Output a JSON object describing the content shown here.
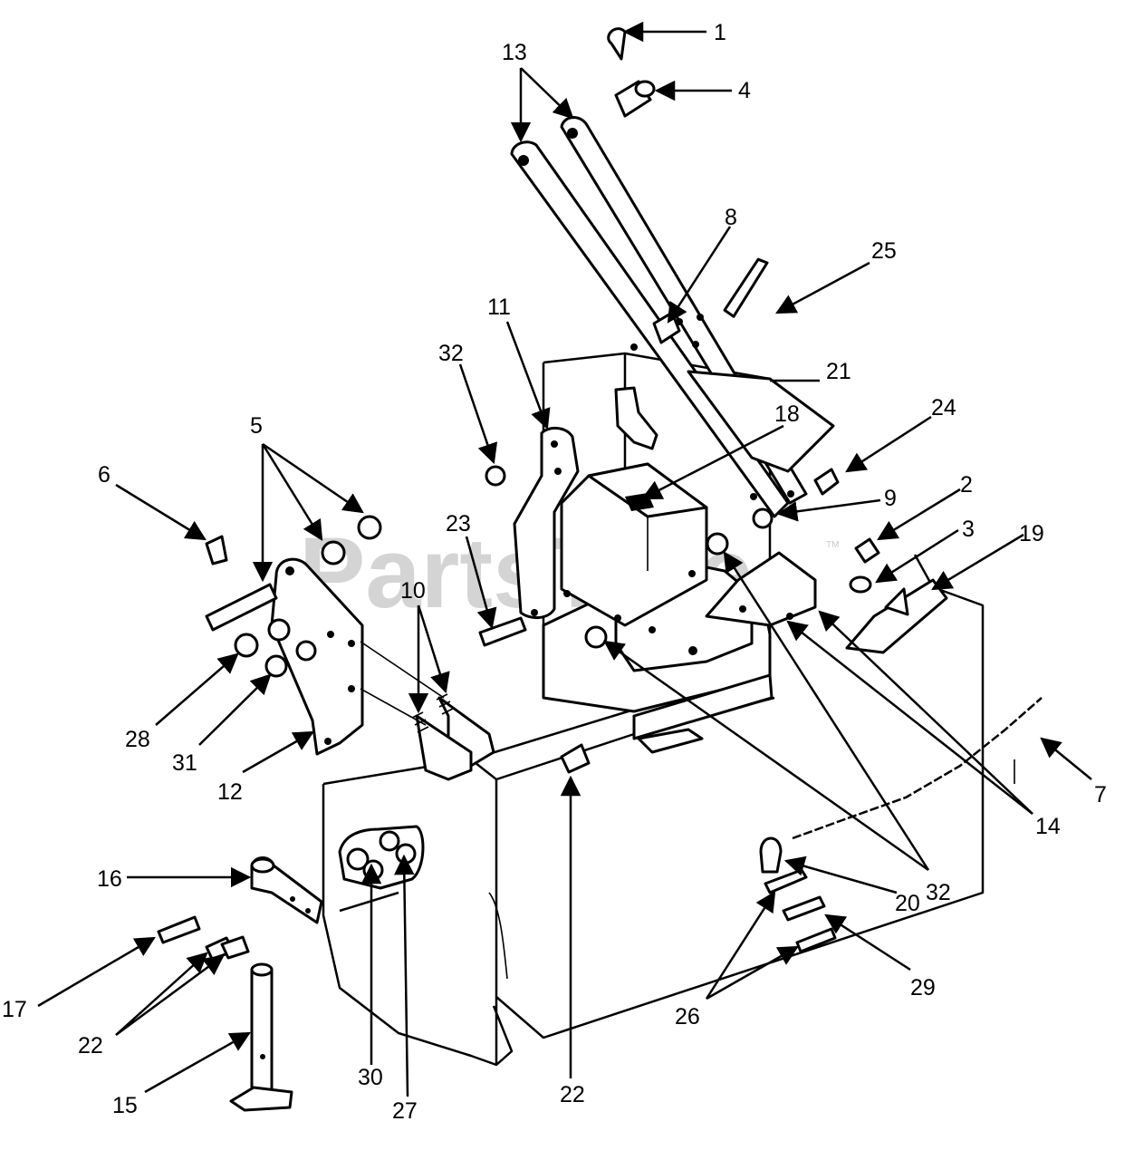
{
  "watermark": {
    "text": "PartsTree",
    "trademark": "TM"
  },
  "callouts": {
    "c1": "1",
    "c2": "2",
    "c3": "3",
    "c4": "4",
    "c5": "5",
    "c6": "6",
    "c7": "7",
    "c8": "8",
    "c9": "9",
    "c10": "10",
    "c11": "11",
    "c12": "12",
    "c13": "13",
    "c14": "14",
    "c15": "15",
    "c16": "16",
    "c17": "17",
    "c18": "18",
    "c19": "19",
    "c20": "20",
    "c21": "21",
    "c22a": "22",
    "c22b": "22",
    "c23": "23",
    "c24": "24",
    "c25": "25",
    "c26": "26",
    "c27": "27",
    "c28": "28",
    "c29": "29",
    "c30": "30",
    "c31": "31",
    "c32a": "32",
    "c32b": "32"
  }
}
